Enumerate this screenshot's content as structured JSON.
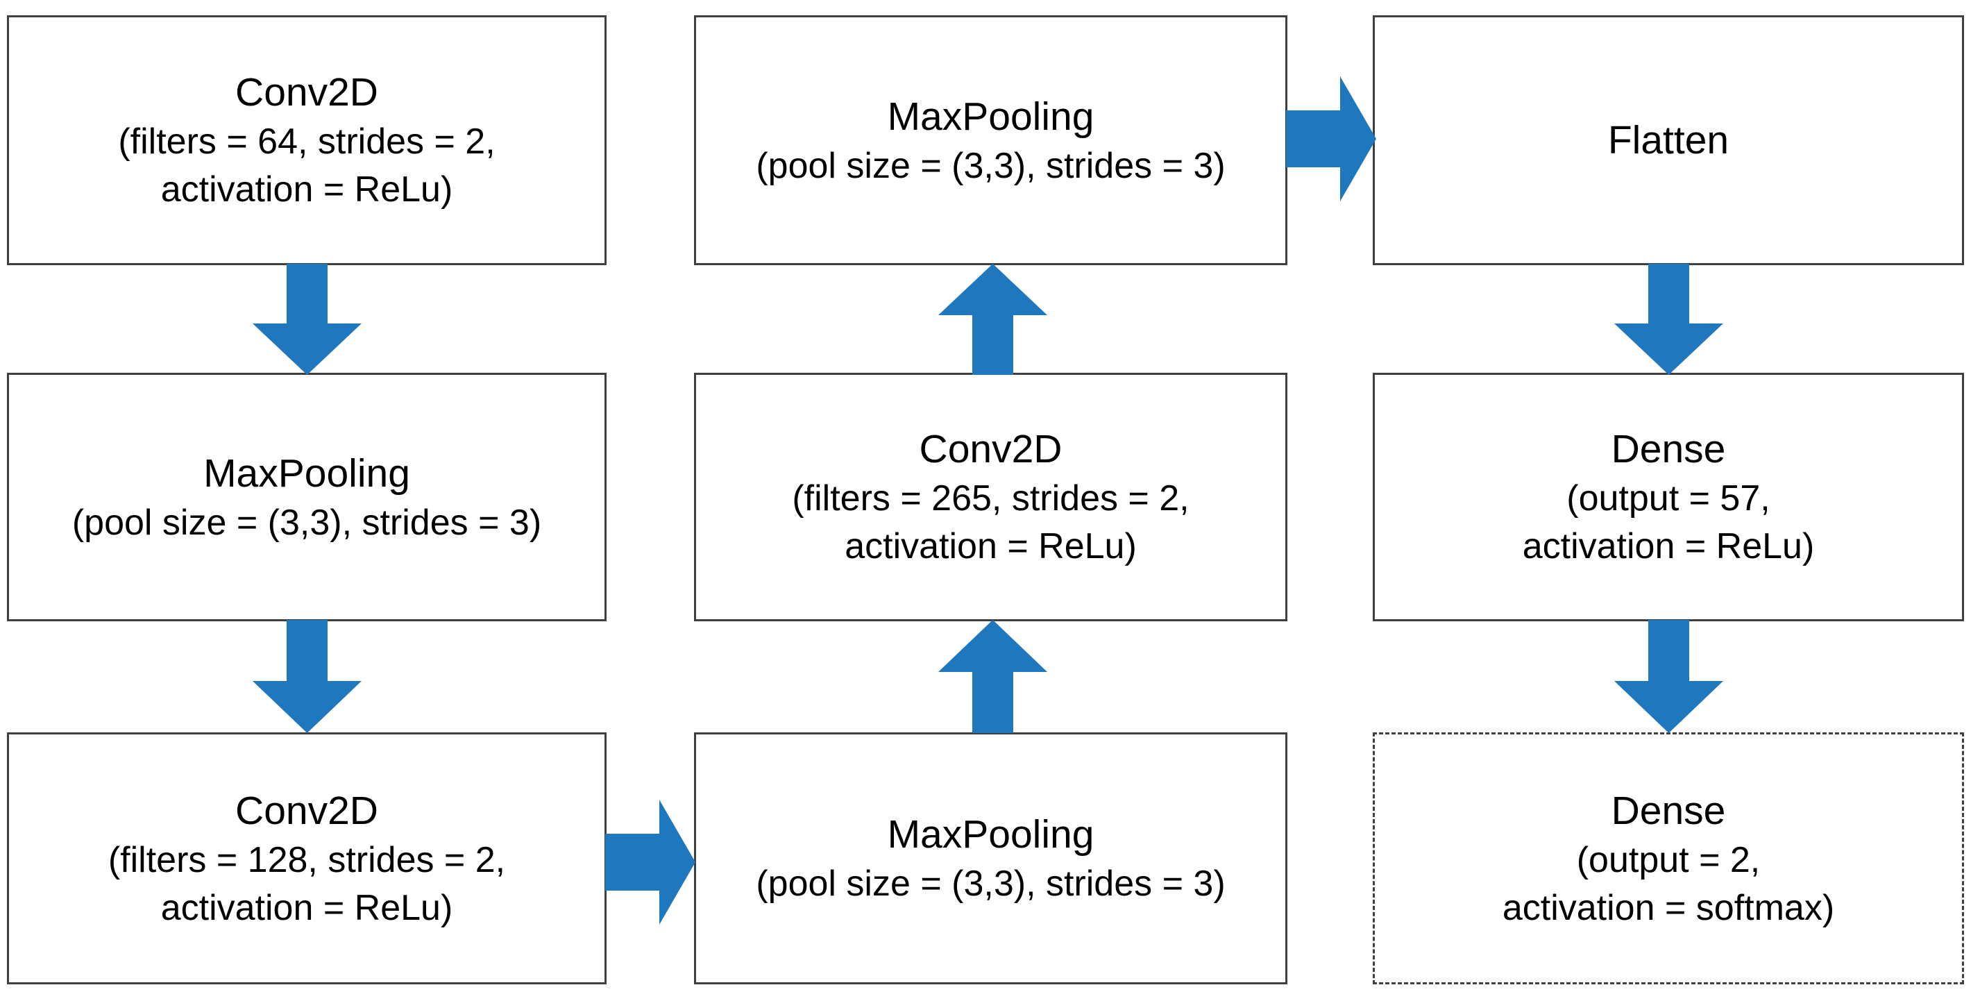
{
  "diagram": {
    "title": "CNN model architecture flowchart",
    "accent_color": "#1f77bd",
    "border_color": "#3f3f3f",
    "background_color": "#ffffff",
    "nodes": [
      {
        "id": "conv2d-64",
        "title": "Conv2D",
        "line2": "(filters = 64, strides = 2,",
        "line3": "activation = ReLu)",
        "border_style": "solid"
      },
      {
        "id": "maxpooling-1",
        "title": "MaxPooling",
        "line2": "(pool size = (3,3), strides = 3)",
        "line3": "",
        "border_style": "solid"
      },
      {
        "id": "conv2d-128",
        "title": "Conv2D",
        "line2": "(filters = 128, strides = 2,",
        "line3": "activation = ReLu)",
        "border_style": "solid"
      },
      {
        "id": "maxpooling-2",
        "title": "MaxPooling",
        "line2": "(pool size = (3,3), strides = 3)",
        "line3": "",
        "border_style": "solid"
      },
      {
        "id": "conv2d-265",
        "title": "Conv2D",
        "line2": "(filters = 265, strides = 2,",
        "line3": "activation = ReLu)",
        "border_style": "solid"
      },
      {
        "id": "maxpooling-3",
        "title": "MaxPooling",
        "line2": "(pool size = (3,3), strides = 3)",
        "line3": "",
        "border_style": "solid"
      },
      {
        "id": "flatten",
        "title": "Flatten",
        "line2": "",
        "line3": "",
        "border_style": "solid"
      },
      {
        "id": "dense-57",
        "title": "Dense",
        "line2": "(output = 57,",
        "line3": "activation = ReLu)",
        "border_style": "solid"
      },
      {
        "id": "dense-2",
        "title": "Dense",
        "line2": "(output = 2,",
        "line3": "activation = softmax)",
        "border_style": "dashed"
      }
    ],
    "arrows": [
      {
        "id": "arrow-conv64-to-pool1",
        "from": "conv2d-64",
        "to": "maxpooling-1",
        "direction": "down"
      },
      {
        "id": "arrow-pool1-to-conv128",
        "from": "maxpooling-1",
        "to": "conv2d-128",
        "direction": "down"
      },
      {
        "id": "arrow-conv128-to-pool2",
        "from": "conv2d-128",
        "to": "maxpooling-2",
        "direction": "right"
      },
      {
        "id": "arrow-pool2-to-conv265",
        "from": "maxpooling-2",
        "to": "conv2d-265",
        "direction": "up"
      },
      {
        "id": "arrow-conv265-to-pool3",
        "from": "conv2d-265",
        "to": "maxpooling-3",
        "direction": "up"
      },
      {
        "id": "arrow-pool3-to-flatten",
        "from": "maxpooling-3",
        "to": "flatten",
        "direction": "right"
      },
      {
        "id": "arrow-flatten-to-dense57",
        "from": "flatten",
        "to": "dense-57",
        "direction": "down"
      },
      {
        "id": "arrow-dense57-to-dense2",
        "from": "dense-57",
        "to": "dense-2",
        "direction": "down"
      }
    ]
  }
}
